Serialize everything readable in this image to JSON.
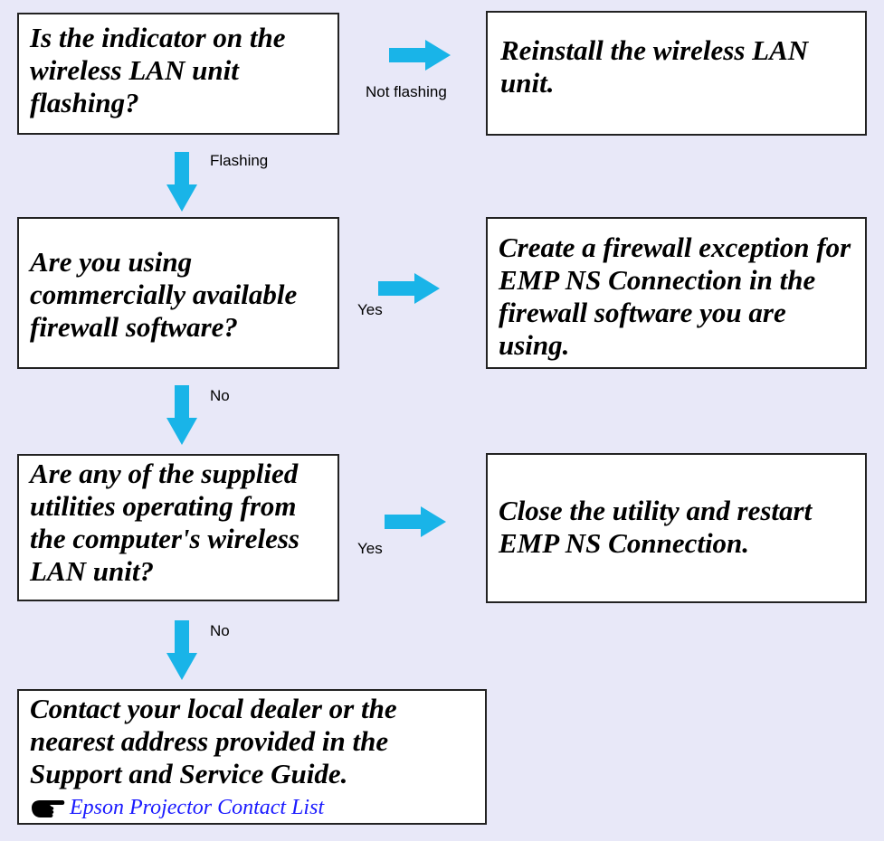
{
  "colors": {
    "arrow": "#19b4e8",
    "background": "#e8e8f8",
    "box_border": "#222222",
    "link": "#1a1aff"
  },
  "nodes": {
    "q1": "Is the indicator on the wireless LAN unit flashing?",
    "a1": "Reinstall the wireless LAN unit.",
    "q2": "Are you using commercially available firewall software?",
    "a2": "Create a firewall exception for EMP NS Connection in the firewall software you are using.",
    "q3": "Are any of the supplied utilities operating from the computer's wireless LAN unit?",
    "a3": "Close the utility and restart EMP NS Connection.",
    "end": "Contact your local dealer or the nearest address provided in the Support and Service Guide."
  },
  "end_link": {
    "icon": "pointing-hand-icon",
    "text": "Epson Projector Contact List"
  },
  "edges": {
    "q1_a1": "Not flashing",
    "q1_q2": "Flashing",
    "q2_a2": "Yes",
    "q2_q3": "No",
    "q3_a3": "Yes",
    "q3_end": "No"
  }
}
